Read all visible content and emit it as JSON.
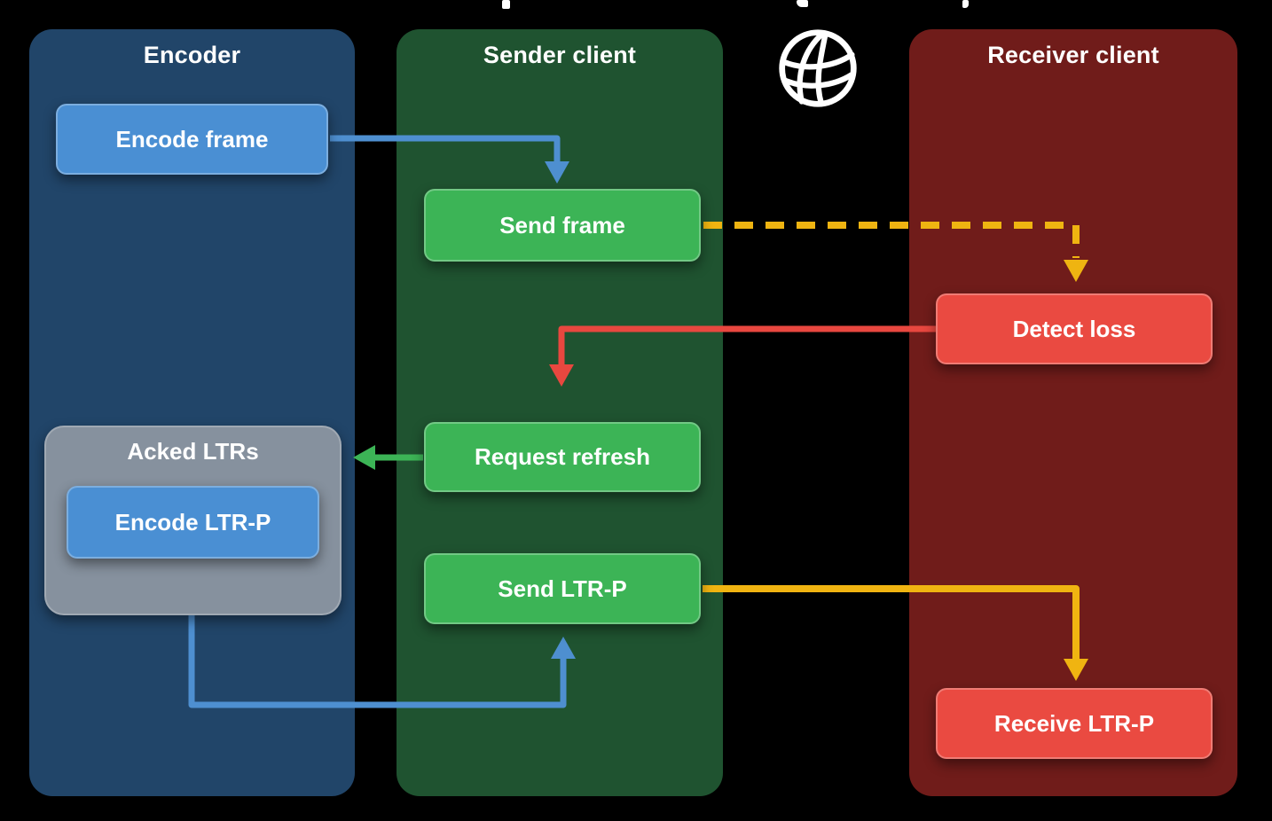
{
  "diagram": {
    "background_color": "#000000",
    "columns": [
      {
        "id": "encoder",
        "label": "Encoder",
        "color": "#214569"
      },
      {
        "id": "sender",
        "label": "Sender client",
        "color": "#1F5330"
      },
      {
        "id": "receiver",
        "label": "Receiver client",
        "color": "#701C1A"
      }
    ],
    "nodes": [
      {
        "id": "encode-frame",
        "label": "Encode frame",
        "color": "#4A8FD3",
        "column": "encoder"
      },
      {
        "id": "acked-ltrs",
        "label": "Acked LTRs",
        "color": "#86919E",
        "column": "encoder"
      },
      {
        "id": "encode-ltr-p",
        "label": "Encode LTR-P",
        "color": "#4A8FD3",
        "column": "encoder"
      },
      {
        "id": "send-frame",
        "label": "Send frame",
        "color": "#3CB456",
        "column": "sender"
      },
      {
        "id": "request-refresh",
        "label": "Request refresh",
        "color": "#3CB456",
        "column": "sender"
      },
      {
        "id": "send-ltr-p",
        "label": "Send LTR-P",
        "color": "#3CB456",
        "column": "sender"
      },
      {
        "id": "detect-loss",
        "label": "Detect loss",
        "color": "#EA4A41",
        "column": "receiver"
      },
      {
        "id": "receive-ltr-p",
        "label": "Receive LTR-P",
        "color": "#EA4A41",
        "column": "receiver"
      }
    ],
    "edges": [
      {
        "name": "encode-frame-to-send-frame",
        "color": "#4E8FD0",
        "style": "solid"
      },
      {
        "name": "send-frame-to-detect-loss",
        "color": "#EFB411",
        "style": "dashed"
      },
      {
        "name": "detect-loss-to-request-refresh",
        "color": "#E8473F",
        "style": "solid"
      },
      {
        "name": "request-refresh-to-acked-ltrs",
        "color": "#3CB456",
        "style": "solid"
      },
      {
        "name": "acked-ltrs-to-send-ltr-p",
        "color": "#4E8FD0",
        "style": "solid"
      },
      {
        "name": "send-ltr-p-to-receive-ltr-p",
        "color": "#F0B411",
        "style": "solid"
      }
    ],
    "icons": {
      "globe": "network-globe-icon",
      "globe_color": "#FFFFFF"
    }
  }
}
